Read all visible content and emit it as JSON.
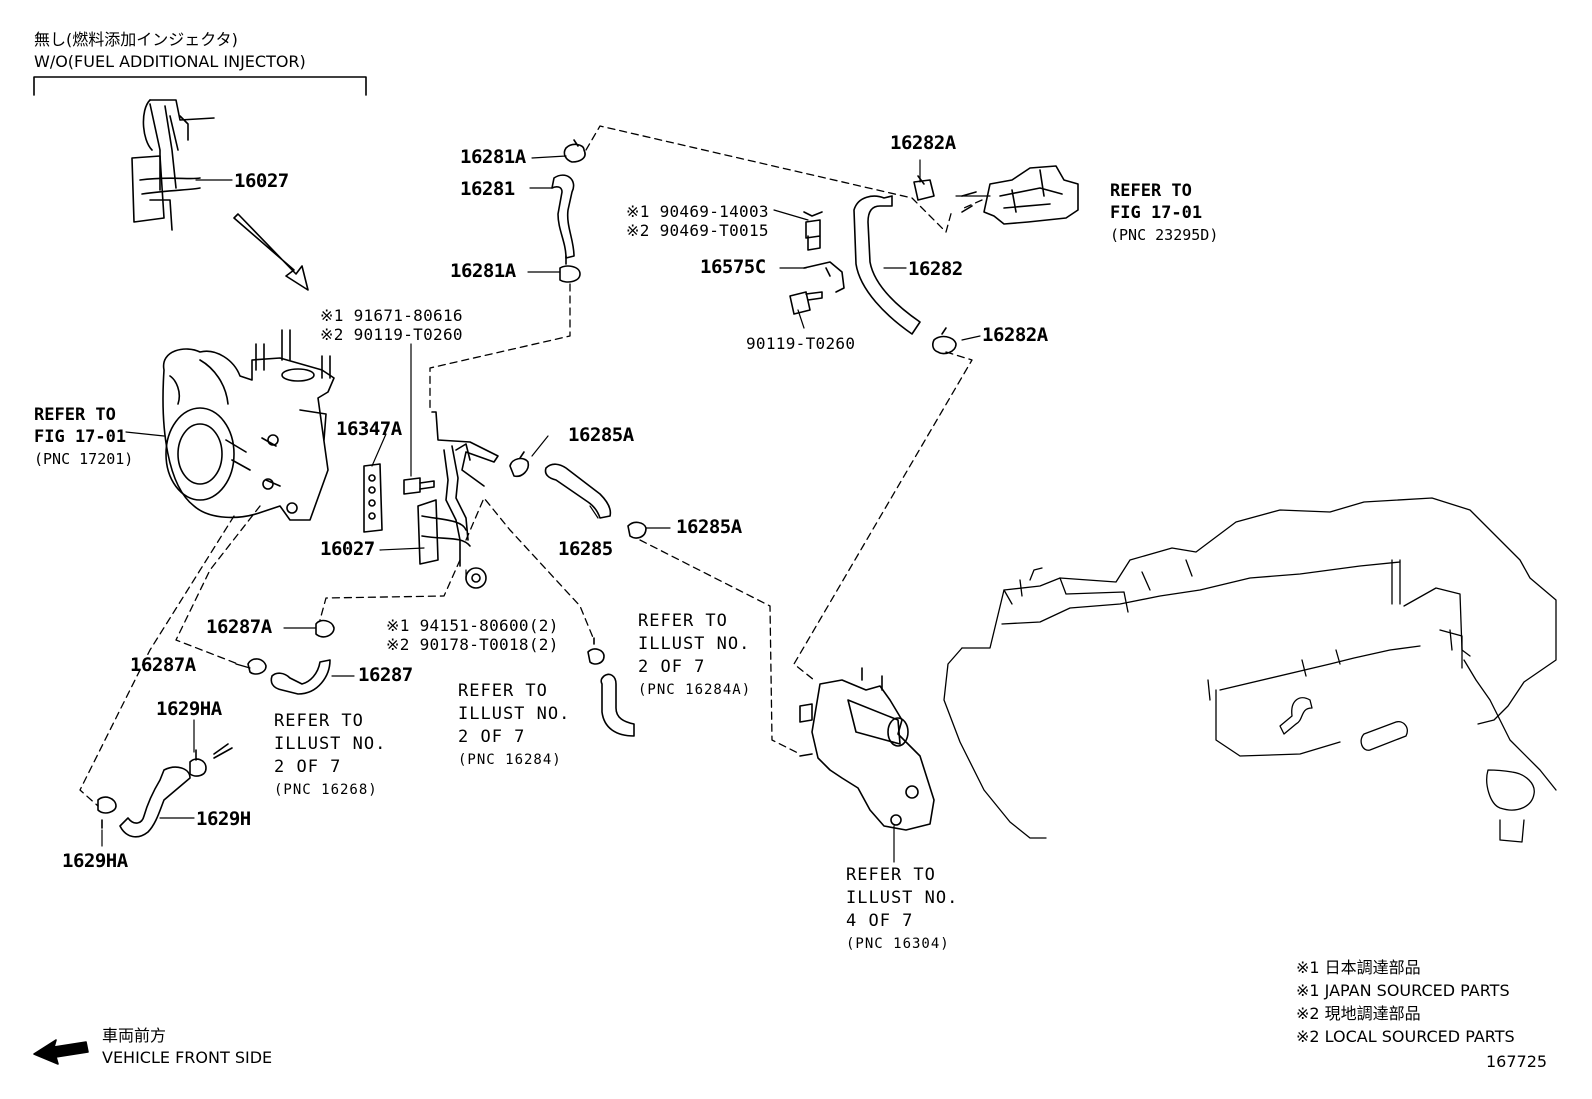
{
  "variant_header": {
    "ja": "無し(燃料添加インジェクタ)",
    "en": "W/O(FUEL ADDITIONAL INJECTOR)"
  },
  "parts": {
    "p16027_top": "16027",
    "p16027": "16027",
    "p16281A_top": "16281A",
    "p16281": "16281",
    "p16281A_bot": "16281A",
    "p16282A_top": "16282A",
    "p16282": "16282",
    "p16282A_bot": "16282A",
    "p16575C": "16575C",
    "p16347A": "16347A",
    "p16285A_top": "16285A",
    "p16285": "16285",
    "p16285A_bot": "16285A",
    "p16287A_top": "16287A",
    "p16287A_left": "16287A",
    "p16287": "16287",
    "p1629HA_top": "1629HA",
    "p1629H": "1629H",
    "p1629HA_bot": "1629HA",
    "b90119": "90119-T0260"
  },
  "bolt_refs": {
    "bolt_a": [
      "※1 91671-80616",
      "※2 90119-T0260"
    ],
    "bolt_b": [
      "※1 90469-14003",
      "※2 90469-T0015"
    ],
    "bolt_c": [
      "※1 94151-80600(2)",
      "※2 90178-T0018(2)"
    ]
  },
  "refer_blocks": {
    "fig_right": [
      "REFER TO",
      "FIG 17-01",
      "(PNC 23295D)"
    ],
    "fig_left": [
      "REFER TO",
      "FIG 17-01",
      "(PNC 17201)"
    ],
    "illust_16284A": [
      "REFER TO",
      "ILLUST NO.",
      "2 OF 7",
      "(PNC 16284A)"
    ],
    "illust_16284": [
      "REFER TO",
      "ILLUST NO.",
      "2 OF 7",
      "(PNC 16284)"
    ],
    "illust_16268": [
      "REFER TO",
      "ILLUST NO.",
      "2 OF 7",
      "(PNC 16268)"
    ],
    "illust_16304": [
      "REFER TO",
      "ILLUST NO.",
      "4 OF 7",
      "(PNC 16304)"
    ]
  },
  "legend": {
    "lines": [
      "※1 日本調達部品",
      "※1 JAPAN SOURCED PARTS",
      "※2 現地調達部品",
      "※2 LOCAL SOURCED PARTS"
    ],
    "illustration_number": "167725"
  },
  "front_indicator": {
    "ja": "車両前方",
    "en": "VEHICLE FRONT SIDE"
  }
}
